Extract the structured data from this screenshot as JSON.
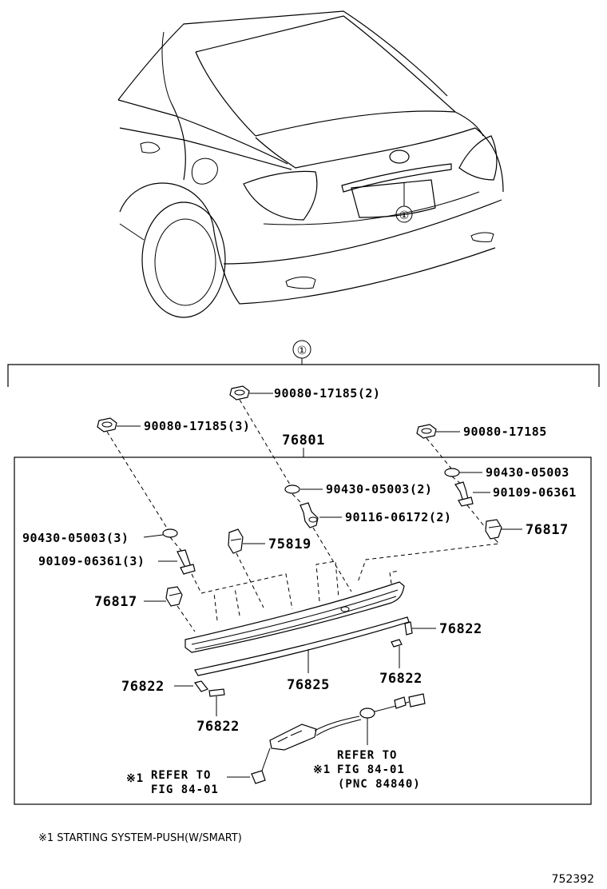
{
  "callout_marker": "①",
  "labels": {
    "nut_top": "90080-17185(2)",
    "nut_left": "90080-17185(3)",
    "nut_right": "90080-17185",
    "assembly": "76801",
    "washer_right": "90430-05003",
    "washer_mid": "90430-05003(2)",
    "screw_right": "90109-06361",
    "bolt_mid": "90116-06172(2)",
    "washer_left": "90430-05003(3)",
    "clip_right": "76817",
    "clip_mid": "75819",
    "screw_left": "90109-06361(3)",
    "clip_left": "76817",
    "tape_right_upper": "76822",
    "garnish": "76825",
    "tape_right_lower": "76822",
    "tape_left_upper": "76822",
    "tape_left_lower": "76822"
  },
  "refs": {
    "ref_left": {
      "mark": "※1",
      "line1": "REFER TO",
      "line2": "FIG 84-01"
    },
    "ref_right": {
      "mark": "※1",
      "line1": "REFER TO",
      "line2": "FIG 84-01",
      "line3": "(PNC 84840)"
    }
  },
  "footnote": "※1 STARTING SYSTEM-PUSH(W/SMART)",
  "figure_number": "752392",
  "colors": {
    "ink": "#000000",
    "background": "#ffffff"
  }
}
